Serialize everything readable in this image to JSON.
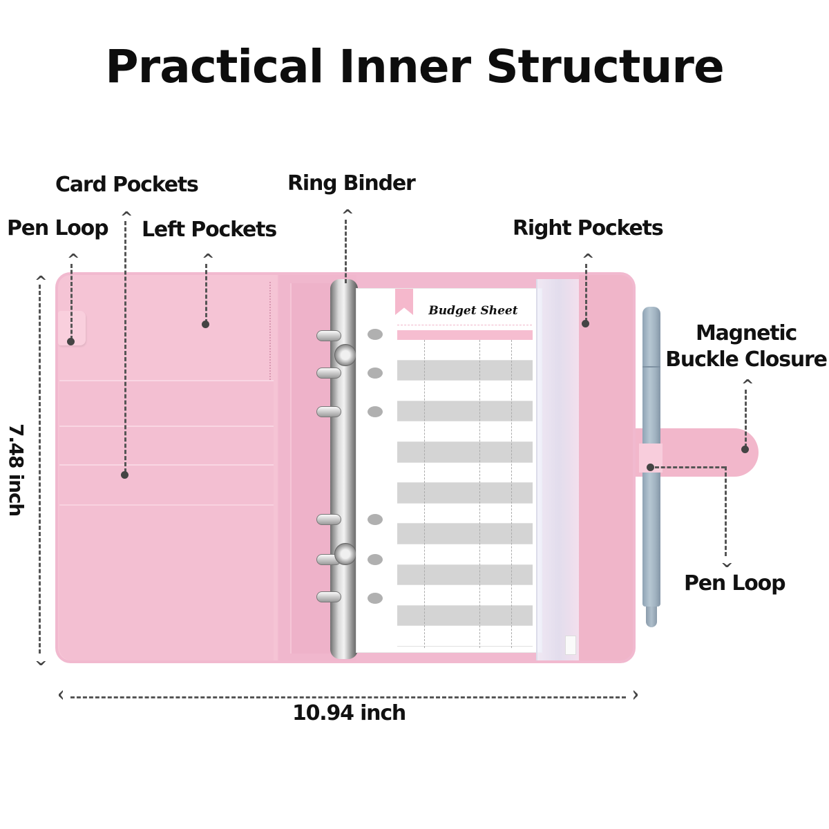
{
  "title": "Practical Inner Structure",
  "labels": {
    "card_pockets": "Card Pockets",
    "pen_loop_left": "Pen Loop",
    "left_pockets": "Left Pockets",
    "ring_binder": "Ring Binder",
    "right_pockets": "Right Pockets",
    "magnetic_buckle": "Magnetic Buckle Closure",
    "magnetic_buckle_line1": "Magnetic",
    "magnetic_buckle_line2": "Buckle Closure",
    "pen_loop_right": "Pen Loop"
  },
  "dimensions": {
    "height": "7.48 inch",
    "width": "10.94 inch"
  },
  "sheet": {
    "title": "Budget Sheet"
  },
  "colors": {
    "binder_pink": "#f1b9cf",
    "pen_blue": "#a2b4c2",
    "ring_silver": "#d9d9d9"
  }
}
